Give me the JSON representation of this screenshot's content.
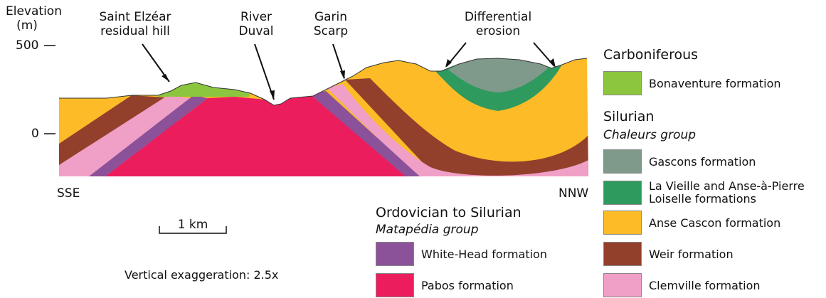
{
  "axis": {
    "title_line1": "Elevation",
    "title_line2": "(m)",
    "ticks": [
      "500",
      "0"
    ]
  },
  "annotations": {
    "saint_elzear": "Saint Elzéar\nresidual hill",
    "river_duval": "River\nDuval",
    "garin_scarp": "Garin\nScarp",
    "differential_erosion": "Differential\nerosion"
  },
  "directions": {
    "left": "SSE",
    "right": "NNW"
  },
  "scale_bar": {
    "label": "1 km"
  },
  "note": "Vertical exaggeration: 2.5x",
  "colors": {
    "bonaventure": "#8cc63f",
    "gascons": "#7f9a8a",
    "la_vieille": "#2e9a5e",
    "anse_cascon": "#fcbb27",
    "weir": "#92402c",
    "clemville": "#f09fc7",
    "white_head": "#8b5199",
    "pabos": "#ec1d5c"
  },
  "legend": {
    "carboniferous": {
      "heading": "Carboniferous",
      "items": [
        {
          "key": "bonaventure",
          "label": "Bonaventure formation"
        }
      ]
    },
    "silurian": {
      "heading": "Silurian",
      "group": "Chaleurs group",
      "items": [
        {
          "key": "gascons",
          "label": "Gascons formation"
        },
        {
          "key": "la_vieille",
          "label": "La Vieille and Anse-à-Pierre\nLoiselle formations"
        },
        {
          "key": "anse_cascon",
          "label": "Anse Cascon formation"
        },
        {
          "key": "weir",
          "label": "Weir formation"
        },
        {
          "key": "clemville",
          "label": "Clemville formation"
        }
      ]
    },
    "ordovician": {
      "heading": "Ordovician to Silurian",
      "group": "Matapédia group",
      "items": [
        {
          "key": "white_head",
          "label": "White-Head formation"
        },
        {
          "key": "pabos",
          "label": "Pabos formation"
        }
      ]
    }
  }
}
